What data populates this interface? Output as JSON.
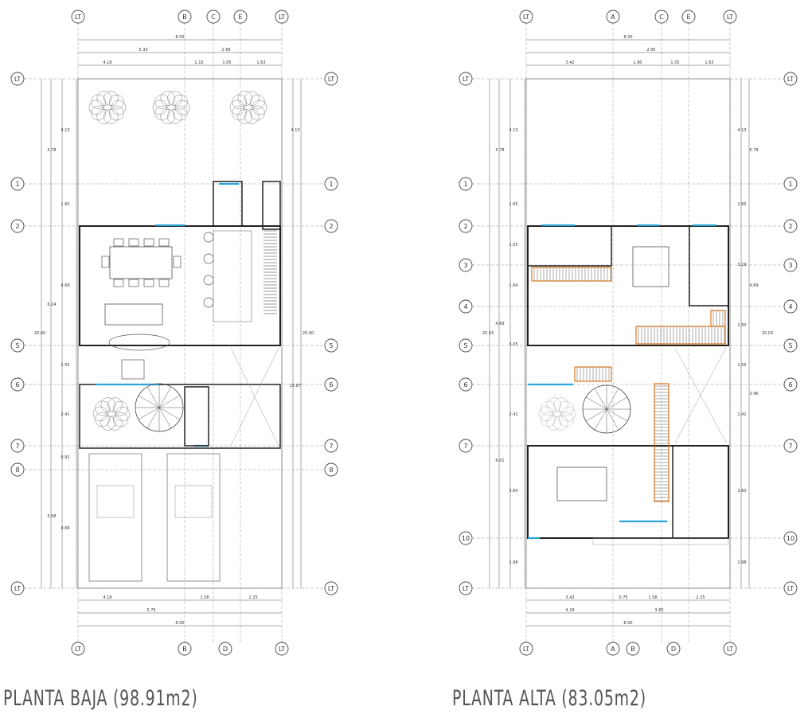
{
  "plans": [
    {
      "id": "baja",
      "title": "PLANTA BAJA (98.91m2)",
      "col_bubbles_top": [
        "LT",
        "B",
        "C",
        "E",
        "LT"
      ],
      "col_bubbles_bottom": [
        "LT",
        "B",
        "D",
        "LT"
      ],
      "row_bubbles": [
        "LT",
        "1",
        "2",
        "5",
        "6",
        "7",
        "8",
        "LT"
      ],
      "top_dims": [
        "8.00",
        "5.33",
        "2.68",
        "4.18",
        "1.15",
        "1.05",
        "1.63"
      ],
      "bottom_dims": [
        "4.18",
        "1.58",
        "2.25",
        "5.76",
        "8.00"
      ],
      "left_dims": [
        "4.13",
        "5.78",
        "1.65",
        "4.69",
        "6.24",
        "20.00",
        "1.55",
        "2.41",
        "0.91",
        "5.58",
        "4.66"
      ],
      "right_dims": [
        "4.13",
        "20.00",
        "15.87"
      ]
    },
    {
      "id": "alta",
      "title": "PLANTA ALTA (83.05m2)",
      "col_bubbles_top": [
        "LT",
        "A",
        "C",
        "E",
        "LT"
      ],
      "col_bubbles_bottom": [
        "LT",
        "A",
        "B",
        "D",
        "LT"
      ],
      "row_bubbles": [
        "LT",
        "1",
        "2",
        "3",
        "4",
        "5",
        "6",
        "7",
        "10",
        "LT"
      ],
      "top_dims": [
        "8.00",
        "2.95",
        "3.42",
        "1.90",
        "1.05",
        "1.63"
      ],
      "bottom_dims": [
        "3.42",
        "0.75",
        "1.58",
        "2.25",
        "4.18",
        "3.83",
        "8.00"
      ],
      "left_dims": [
        "4.13",
        "5.78",
        "1.65",
        "1.55",
        "1.64",
        "4.69",
        "20.03",
        "3.05",
        "2.41",
        "6.01",
        "3.60",
        "1.98"
      ],
      "right_dims": [
        "4.13",
        "5.78",
        "1.65",
        "3.19",
        "4.69",
        "1.50",
        "20.03",
        "1.55",
        "3.96",
        "2.41",
        "3.60",
        "1.98"
      ]
    }
  ],
  "colors": {
    "line": "#222222",
    "grid": "#999999",
    "glass": "#2aa7d8",
    "stair": "#e07a1a",
    "text": "#333333"
  }
}
